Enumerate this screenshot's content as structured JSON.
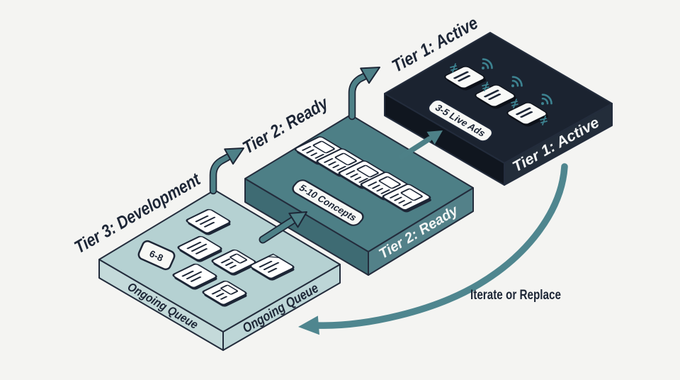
{
  "background_color": "#f4f4f2",
  "ink_color": "#1d2636",
  "arrow_color": "#4d8087",
  "loop_arrow_color": "#4f868f",
  "tiers": [
    {
      "name": "tier-3",
      "title": "Tier 3: Development",
      "top_color": "#b5d1d2",
      "left_color": "#c4dada",
      "right_color": "#bdd6d7",
      "count_badge": "6-8",
      "left_face_label": "Ongoing Queue",
      "right_face_label": "Ongoing Queue",
      "item_icon": "document-icon",
      "item_count": 6
    },
    {
      "name": "tier-2",
      "title": "Tier 2: Ready",
      "top_color": "#4d7f86",
      "left_color": "#3e6b73",
      "right_color": "#538189",
      "count_badge": "5-10 Concepts",
      "right_face_label": "Tier 2: Ready",
      "item_icon": "concept-card-icon",
      "item_count": 5
    },
    {
      "name": "tier-1",
      "title": "Tier 1: Active",
      "top_color": "#1b2330",
      "left_color": "#10161f",
      "right_color": "#232d3a",
      "count_badge": "3-5 Live Ads",
      "right_face_label": "Tier 1: Active",
      "item_icon": "live-ad-icon",
      "signal_icon": "broadcast-arcs-icon",
      "item_count": 3
    }
  ],
  "loop_label": "Iterate or Replace"
}
